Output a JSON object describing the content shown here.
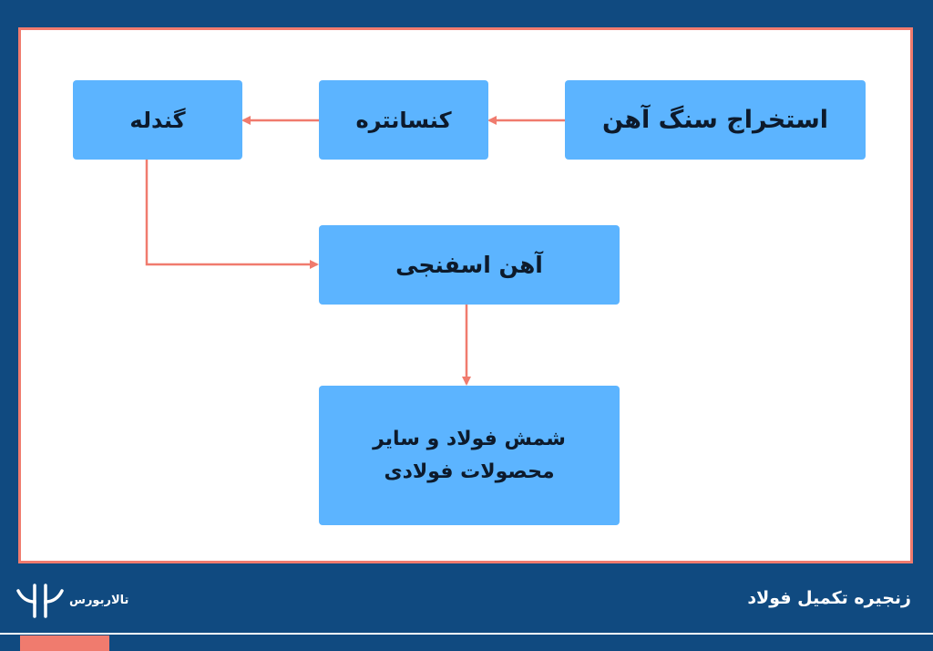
{
  "diagram": {
    "nodes": {
      "extraction": "استخراج سنگ آهن",
      "concentrate": "کنسانتره",
      "pellet": "گندله",
      "sponge_iron": "آهن اسفنجی",
      "steel_line1": "شمش فولاد و سایر",
      "steel_line2": "محصولات فولادی"
    },
    "edges": [
      [
        "extraction",
        "concentrate"
      ],
      [
        "concentrate",
        "pellet"
      ],
      [
        "pellet",
        "sponge_iron"
      ],
      [
        "sponge_iron",
        "steel"
      ]
    ]
  },
  "footer": {
    "title": "زنجیره تکمیل فولاد",
    "logo_text": "تالاربورس"
  },
  "colors": {
    "background": "#104a80",
    "box": "#5cb4ff",
    "arrow": "#f07b6e",
    "border": "#f07b6e"
  }
}
